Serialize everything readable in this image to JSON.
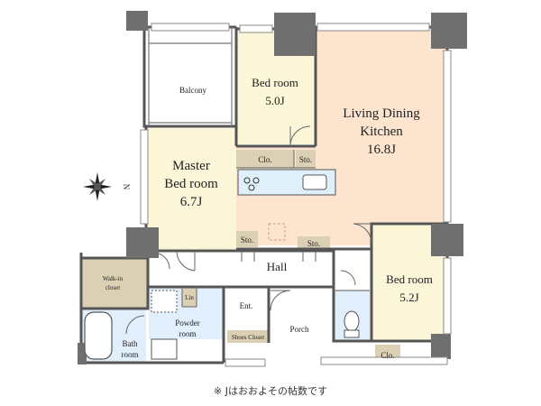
{
  "colors": {
    "ldk_floor": "#fce4cf",
    "bedroom_floor": "#fbf6d8",
    "wet_floor": "#e1eefb",
    "storage_floor": "#dcd0b4",
    "wall": "#555555",
    "column": "#6f6f6f",
    "counter": "#dff0fb"
  },
  "rooms": {
    "balcony": "Balcony",
    "bedroom_top_line1": "Bed room",
    "bedroom_top_line2": "5.0J",
    "ldk_line1": "Living Dining",
    "ldk_line2": "Kitchen",
    "ldk_line3": "16.8J",
    "master_line1": "Master",
    "master_line2": "Bed room",
    "master_line3": "6.7J",
    "bedroom_right_line1": "Bed room",
    "bedroom_right_line2": "5.2J",
    "walkin_line1": "Walk-in",
    "walkin_line2": "closet",
    "powder_line1": "Powder",
    "powder_line2": "room",
    "bath_line1": "Bath",
    "bath_line2": "room",
    "hall": "Hall",
    "entrance": "Ent.",
    "porch": "Porch",
    "shoes_closet": "Shoes Closet",
    "linen": "Lin",
    "closet_top": "Clo.",
    "closet_right": "Clo.",
    "storage_1": "Sto.",
    "storage_2": "Sto.",
    "storage_3": "Sto."
  },
  "compass": {
    "north": "N"
  },
  "note": "※ Jはおおよその帖数です"
}
